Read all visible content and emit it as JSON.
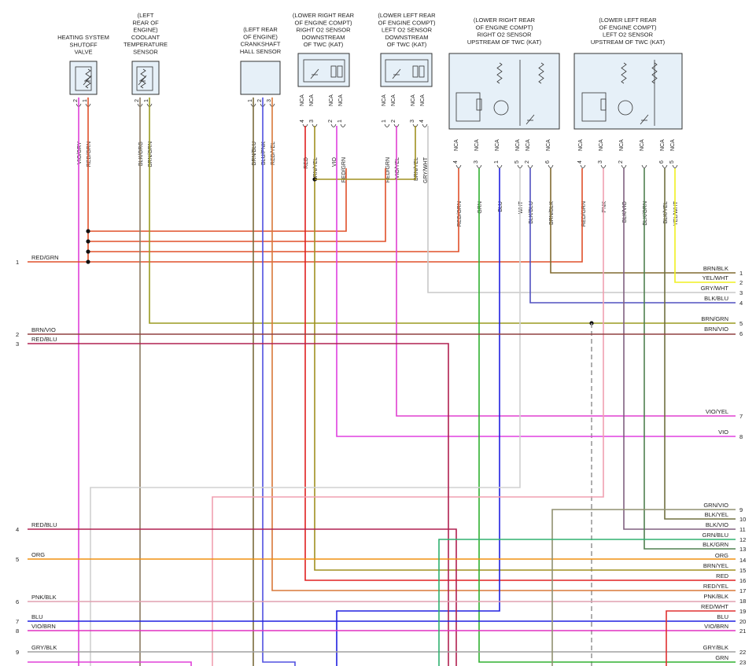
{
  "components": [
    {
      "id": "c1",
      "title": [
        "HEATING SYSTEM",
        "SHUTOFF",
        "VALVE"
      ],
      "pins": [
        {
          "n": "2",
          "wire": "VIO/GRY"
        },
        {
          "n": "1",
          "wire": "RED/GRN"
        }
      ]
    },
    {
      "id": "c2",
      "title": [
        "(LEFT",
        "REAR OF",
        "ENGINE)",
        "COOLANT",
        "TEMPERATURE",
        "SENSOR"
      ],
      "pins": [
        {
          "n": "2",
          "wire": "BLK/ORG"
        },
        {
          "n": "1",
          "wire": "BRN/GRN"
        }
      ]
    },
    {
      "id": "c3",
      "title": [
        "(LEFT REAR",
        "OF ENGINE)",
        "CRANKSHAFT",
        "HALL SENSOR"
      ],
      "pins": [
        {
          "n": "1",
          "wire": "BRN/BLU"
        },
        {
          "n": "2",
          "wire": "BLU/PNK"
        },
        {
          "n": "3",
          "wire": "RED/YEL"
        }
      ]
    },
    {
      "id": "c4",
      "title": [
        "(LOWER RIGHT REAR",
        "OF ENGINE COMPT)",
        "RIGHT O2 SENSOR",
        "DOWNSTREAM",
        "OF TWC (KAT)"
      ],
      "pins": [
        {
          "n": "4",
          "wire": "RED"
        },
        {
          "n": "3",
          "wire": "BRN/YEL"
        },
        {
          "n": "2",
          "wire": "VIO"
        },
        {
          "n": "1",
          "wire": "RED/GRN"
        }
      ]
    },
    {
      "id": "c5",
      "title": [
        "(LOWER LEFT REAR",
        "OF ENGINE COMPT)",
        "LEFT O2 SENSOR",
        "DOWNSTREAM",
        "OF TWC (KAT)"
      ],
      "pins": [
        {
          "n": "1",
          "wire": "RED/GRN"
        },
        {
          "n": "2",
          "wire": "VIO/YEL"
        },
        {
          "n": "3",
          "wire": "BRN/YEL"
        },
        {
          "n": "4",
          "wire": "GRY/WHT"
        }
      ]
    },
    {
      "id": "c6",
      "title": [
        "(LOWER RIGHT REAR",
        "OF ENGINE COMPT)",
        "RIGHT O2 SENSOR",
        "UPSTREAM OF TWC (KAT)"
      ],
      "pins": [
        {
          "n": "4",
          "wire": "RED/GRN"
        },
        {
          "n": "3",
          "wire": "GRN"
        },
        {
          "n": "1",
          "wire": "BLU"
        },
        {
          "n": "5",
          "wire": "WHT"
        },
        {
          "n": "2",
          "wire": "BLK/BLU"
        },
        {
          "n": "6",
          "wire": "BRN/BLK"
        }
      ]
    },
    {
      "id": "c7",
      "title": [
        "(LOWER LEFT REAR",
        "OF ENGINE COMPT)",
        "LEFT O2 SENSOR",
        "UPSTREAM OF TWC (KAT)"
      ],
      "pins": [
        {
          "n": "4",
          "wire": "RED/GRN"
        },
        {
          "n": "3",
          "wire": "PNK"
        },
        {
          "n": "2",
          "wire": "BLK/VIO"
        },
        {
          "n": "",
          "wire": "BLK/GRN"
        },
        {
          "n": "6",
          "wire": "BLK/YEL"
        },
        {
          "n": "5",
          "wire": "YEL/WHT"
        }
      ]
    }
  ],
  "nca_label": "NCA",
  "left_connector": [
    {
      "n": "1",
      "wire": "RED/GRN"
    },
    {
      "n": "2",
      "wire": "BRN/VIO"
    },
    {
      "n": "3",
      "wire": "RED/BLU"
    },
    {
      "n": "4",
      "wire": "RED/BLU"
    },
    {
      "n": "5",
      "wire": "ORG"
    },
    {
      "n": "6",
      "wire": "PNK/BLK"
    },
    {
      "n": "7",
      "wire": "BLU"
    },
    {
      "n": "8",
      "wire": "VIO/BRN"
    },
    {
      "n": "9",
      "wire": "GRY/BLK"
    }
  ],
  "right_connector": [
    {
      "n": "1",
      "wire": "BRN/BLK"
    },
    {
      "n": "2",
      "wire": "YEL/WHT"
    },
    {
      "n": "3",
      "wire": "GRY/WHT"
    },
    {
      "n": "4",
      "wire": "BLK/BLU"
    },
    {
      "n": "5",
      "wire": "BRN/GRN"
    },
    {
      "n": "6",
      "wire": "BRN/VIO"
    },
    {
      "n": "7",
      "wire": "VIO/YEL"
    },
    {
      "n": "8",
      "wire": "VIO"
    },
    {
      "n": "9",
      "wire": "GRN/VIO"
    },
    {
      "n": "10",
      "wire": "BLK/YEL"
    },
    {
      "n": "11",
      "wire": "BLK/VIO"
    },
    {
      "n": "12",
      "wire": "GRN/BLU"
    },
    {
      "n": "13",
      "wire": "BLK/GRN"
    },
    {
      "n": "14",
      "wire": "ORG"
    },
    {
      "n": "15",
      "wire": "BRN/YEL"
    },
    {
      "n": "16",
      "wire": "RED"
    },
    {
      "n": "17",
      "wire": "RED/YEL"
    },
    {
      "n": "18",
      "wire": "PNK/BLK"
    },
    {
      "n": "19",
      "wire": "RED/WHT"
    },
    {
      "n": "20",
      "wire": "BLU"
    },
    {
      "n": "21",
      "wire": "VIO/BRN"
    },
    {
      "n": "22",
      "wire": "GRY/BLK"
    },
    {
      "n": "23",
      "wire": "GRN"
    }
  ],
  "colors": {
    "RED/GRN": "#e0502a",
    "VIO/GRY": "#e040d8",
    "BRN/GRN": "#9a9a20",
    "BLK/ORG": "#8a7a60",
    "BRN/BLU": "#7a6a3a",
    "BLU/PNK": "#5050e0",
    "RED/YEL": "#d87838",
    "RED": "#e02020",
    "BRN/YEL": "#a09020",
    "VIO": "#e040e0",
    "VIO/YEL": "#e040d0",
    "GRY/WHT": "#c8c8c8",
    "GRN": "#30b030",
    "BLU": "#2020e0",
    "WHT": "#d0d0d0",
    "BLK/BLU": "#5050c0",
    "BRN/BLK": "#806a30",
    "PNK": "#f0a0b0",
    "BLK/VIO": "#806080",
    "BLK/GRN": "#508050",
    "BLK/YEL": "#707040",
    "YEL/WHT": "#f0f020",
    "BRN/VIO": "#904040",
    "RED/BLU": "#b02050",
    "ORG": "#f09010",
    "PNK/BLK": "#e0a0b0",
    "VIO/BRN": "#e030c0",
    "GRY/BLK": "#a0a0a0",
    "GRN/VIO": "#909070",
    "GRN/BLU": "#30b070",
    "RED/WHT": "#e03030"
  }
}
